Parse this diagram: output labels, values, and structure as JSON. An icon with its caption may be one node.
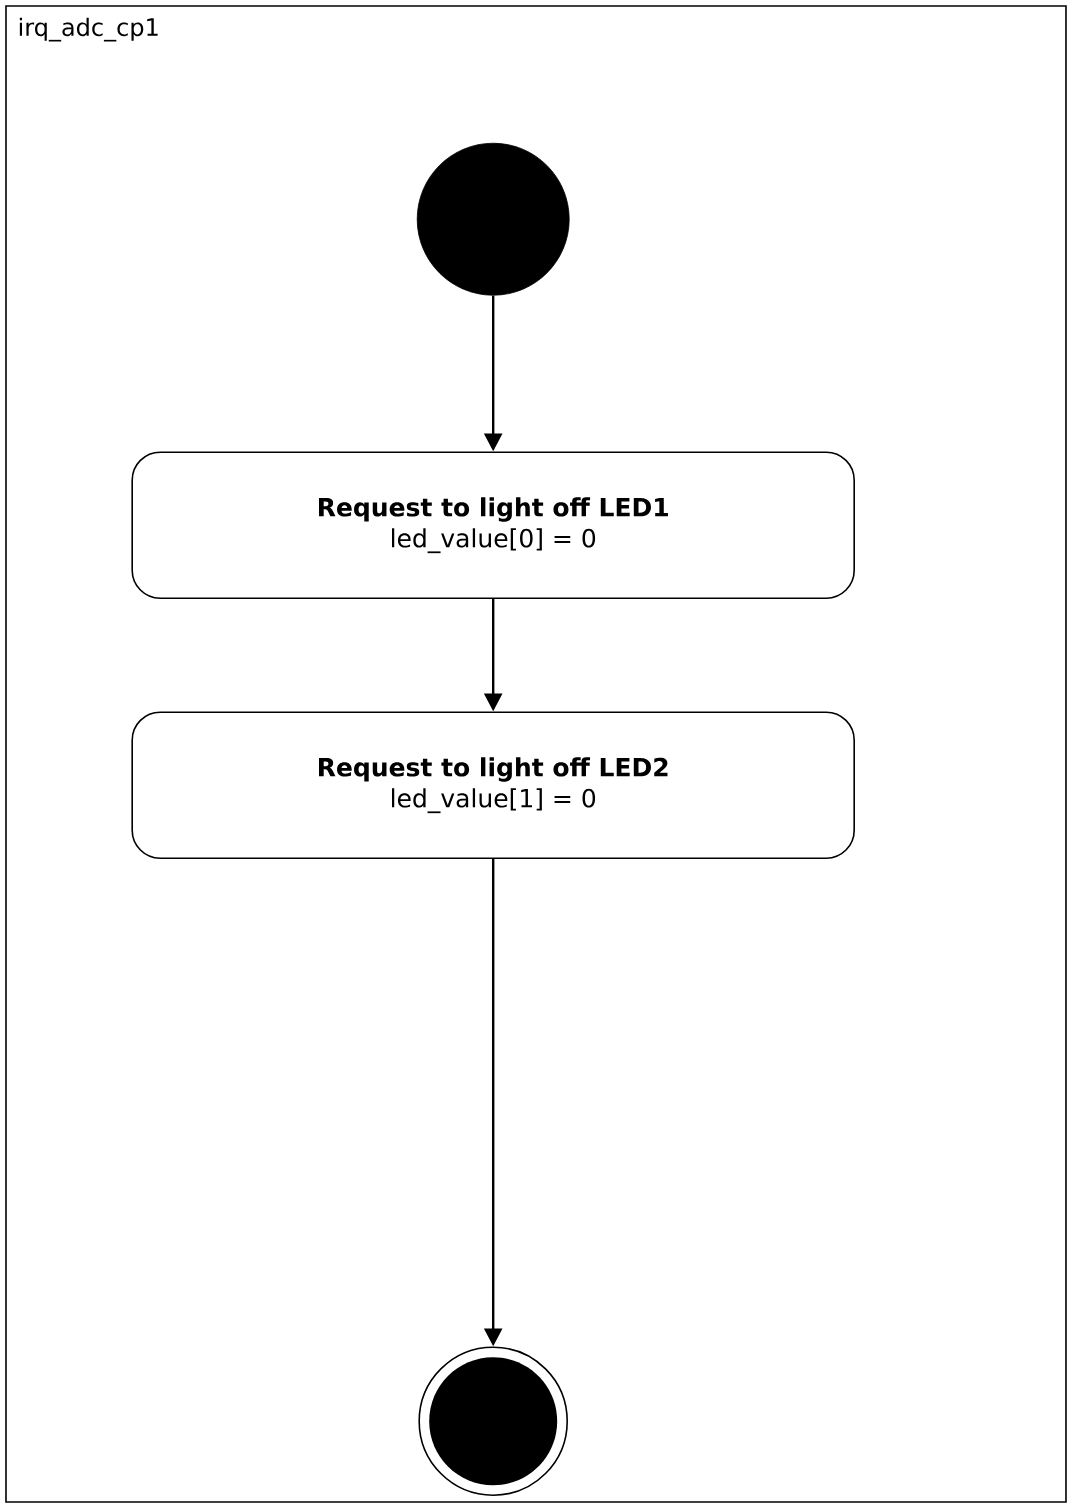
{
  "diagram": {
    "nodes": [
      {
        "text": [
          "irq_adc_cp1"
        ]
      },
      {
        "text": [],
        "shape": "circle",
        "in": 0
      },
      {
        "text": [
          "Request to light off LED1",
          "led_value[0] = 0"
        ],
        "in": 0
      },
      {
        "text": [
          "Request to light off LED2",
          "led_value[1] = 0"
        ],
        "in": 0
      },
      {
        "text": [],
        "shape": "circle",
        "in": 0
      }
    ],
    "edges": [
      {
        "from": 1,
        "to": 2,
        "arrow": "to"
      },
      {
        "from": 2,
        "to": 3,
        "arrow": "to"
      },
      {
        "from": 3,
        "to": 4,
        "arrow": "to"
      }
    ]
  }
}
